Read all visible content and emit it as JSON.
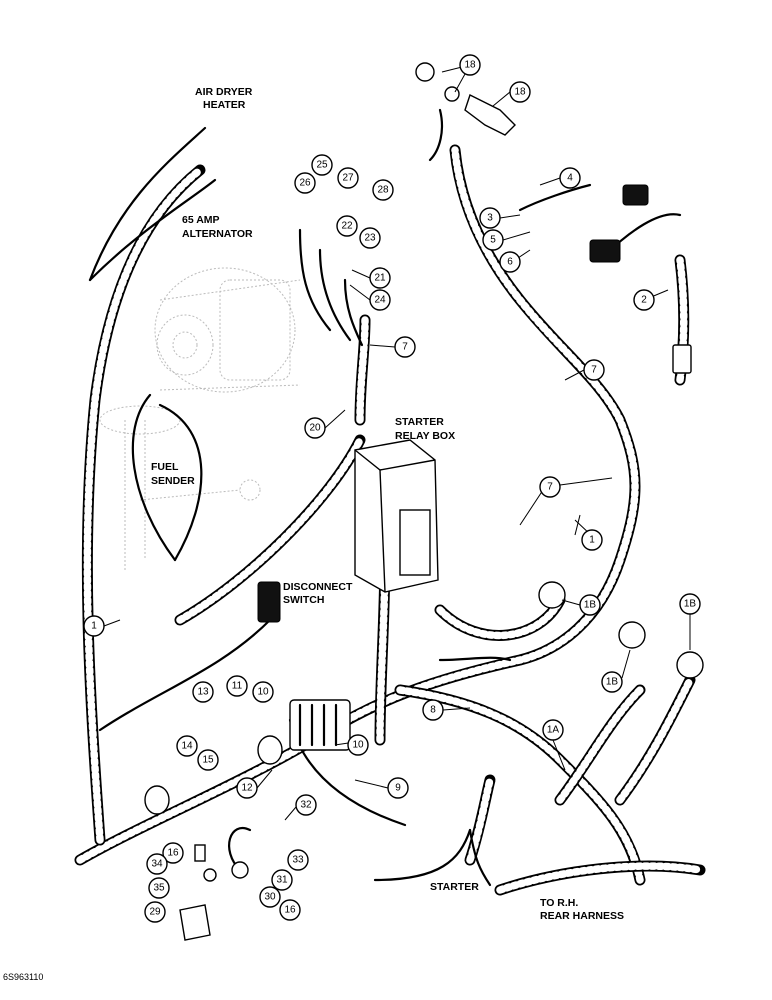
{
  "labels": {
    "air_dryer_heater_1": "AIR DRYER",
    "air_dryer_heater_2": "HEATER",
    "alternator_1": "65 AMP",
    "alternator_2": "ALTERNATOR",
    "fuel_sender_1": "FUEL",
    "fuel_sender_2": "SENDER",
    "starter_relay_1": "STARTER",
    "starter_relay_2": "RELAY BOX",
    "disconnect_1": "DISCONNECT",
    "disconnect_2": "SWITCH",
    "starter": "STARTER",
    "rear_harness_1": "TO R.H.",
    "rear_harness_2": "REAR HARNESS",
    "figure_code": "6S963110"
  },
  "callouts": {
    "c18a": "18",
    "c18b": "18",
    "c4": "4",
    "c3": "3",
    "c5": "5",
    "c6": "6",
    "c2": "2",
    "c7a": "7",
    "c7b": "7",
    "c7c": "7",
    "c25": "25",
    "c26": "26",
    "c27": "27",
    "c28": "28",
    "c22": "22",
    "c23": "23",
    "c21": "21",
    "c24": "24",
    "c20": "20",
    "c1a": "1",
    "c1b": "1",
    "c1Ba": "1B",
    "c1Bb": "1B",
    "c1Bc": "1B",
    "c1A": "1A",
    "c13": "13",
    "c11": "11",
    "c10a": "10",
    "c14": "14",
    "c15": "15",
    "c8": "8",
    "c10b": "10",
    "c12": "12",
    "c9": "9",
    "c32": "32",
    "c16a": "16",
    "c34": "34",
    "c33": "33",
    "c31": "31",
    "c35": "35",
    "c30": "30",
    "c29": "29",
    "c16b": "16"
  }
}
